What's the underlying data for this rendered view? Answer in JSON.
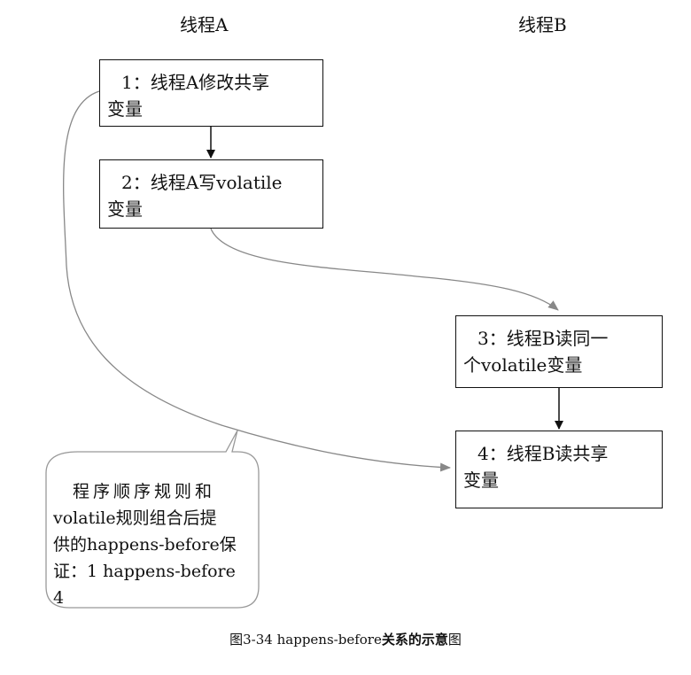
{
  "lanes": {
    "a": "线程A",
    "b": "线程B"
  },
  "boxes": {
    "b1": {
      "line1": "1：线程A修改共享",
      "line2": "变量"
    },
    "b2": {
      "line1": "2：线程A写volatile",
      "line2": "变量"
    },
    "b3": {
      "line1": "3：线程B读同一",
      "line2": "个volatile变量"
    },
    "b4": {
      "line1": "4：线程B读共享",
      "line2": "变量"
    }
  },
  "callout": {
    "line1": "程序顺序规则和",
    "line2": "volatile规则组合后提",
    "line3": "供的happens-before保",
    "line4": "证：1 happens-before 4"
  },
  "caption": {
    "prefix": "图3-34  happens-before",
    "bold": "关系的示意",
    "suffix": "图"
  },
  "colors": {
    "box_border": "#111111",
    "straight_arrow": "#111111",
    "curve": "#888888",
    "bubble_border": "#999999"
  }
}
